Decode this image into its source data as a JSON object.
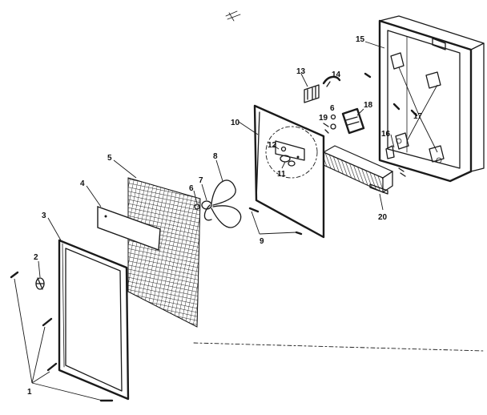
{
  "callouts": {
    "c1": "1",
    "c2": "2",
    "c3": "3",
    "c4": "4",
    "c5": "5",
    "c6a": "6",
    "c6b": "6",
    "c7": "7",
    "c8": "8",
    "c9": "9",
    "c10": "10",
    "c11": "11",
    "c12": "12",
    "c13": "13",
    "c14": "14",
    "c15": "15",
    "c16": "16",
    "c17": "17",
    "c18": "18",
    "c19": "19",
    "c20": "20"
  },
  "colors": {
    "ink": "#1a1a1a",
    "paper": "#ffffff"
  }
}
